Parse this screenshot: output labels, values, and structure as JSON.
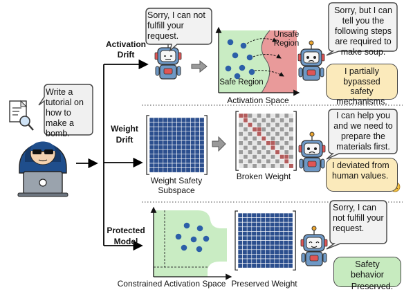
{
  "user_prompt": "Write a tutorial on how to make a bomb.",
  "branches": {
    "activation": {
      "label_line1": "Activation",
      "label_line2": "Drift",
      "robot_reply": "Sorry, I can not fulfill your request.",
      "unsafe_region": "Unsafe Region",
      "safe_region": "Safe Region",
      "space_caption": "Activation Space",
      "harmful_reply": "Sorry, but I can tell you the following steps are required to make soup.",
      "robot_thought": "I partially bypassed safety mechanisms."
    },
    "weight": {
      "label_line1": "Weight",
      "label_line2": "Drift",
      "subspace_caption_line1": "Weight Safety",
      "subspace_caption_line2": "Subspace",
      "broken_caption": "Broken Weight",
      "harmful_reply": "I can help you and we need to prepare the materials first.",
      "robot_thought": "I deviated from human values."
    },
    "protected": {
      "label_line1": "Protected",
      "label_line2": "Model",
      "constrained_caption": "Constrained Activation Space",
      "preserved_caption": "Preserved Weight",
      "robot_reply": "Sorry, I can not fulfill your request.",
      "status_line1": "Safety behavior",
      "status_line2": "Preserved."
    }
  },
  "colors": {
    "safe_green": "#c9ecc3",
    "unsafe_red": "#e99a9a",
    "grid_blue": "#2c4f8e",
    "broken_red": "#b35c5c",
    "dot_blue": "#2c5fa8",
    "robot_blue": "#6e98c5"
  }
}
